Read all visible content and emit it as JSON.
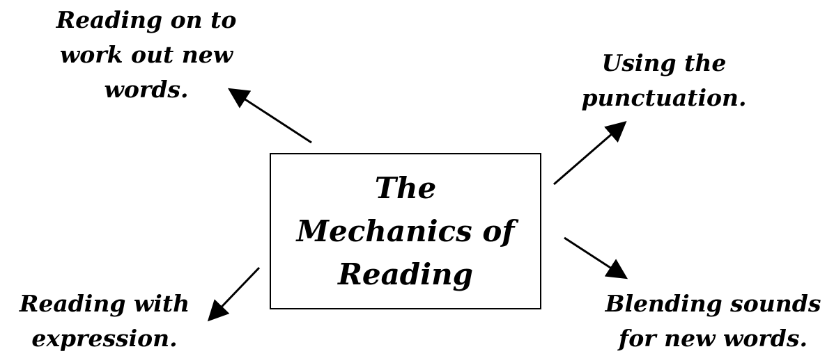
{
  "center": {
    "title": "The\nMechanics of\nReading"
  },
  "labels": {
    "top_left": "Reading on to\nwork out new\nwords.",
    "top_right": "Using the\npunctuation.",
    "bottom_left": "Reading with\nexpression.",
    "bottom_right": "Blending sounds\nfor new words."
  },
  "colors": {
    "ink": "#000000",
    "background": "#ffffff"
  }
}
